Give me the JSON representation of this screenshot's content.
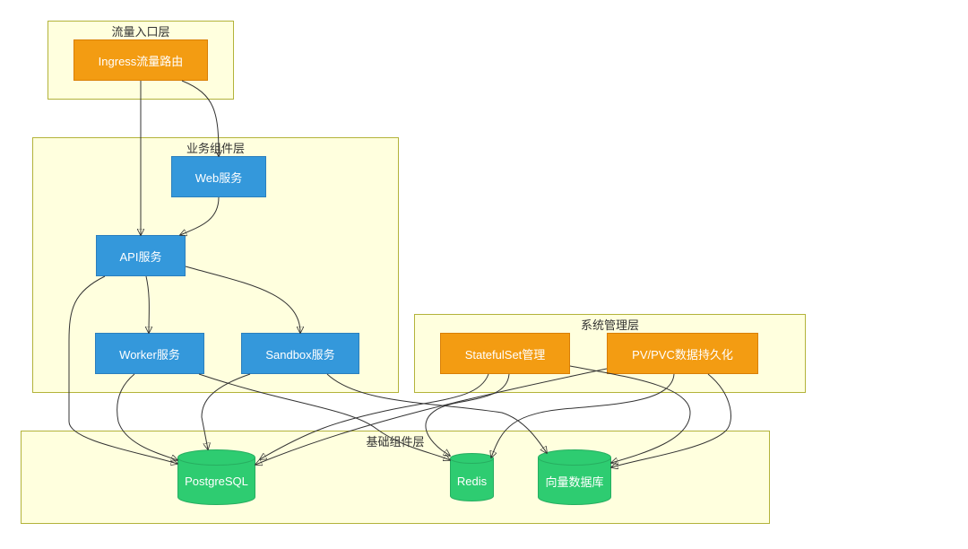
{
  "groups": {
    "ingress_layer": "流量入口层",
    "business_layer": "业务组件层",
    "system_layer": "系统管理层",
    "base_layer": "基础组件层"
  },
  "nodes": {
    "ingress": "Ingress流量路由",
    "web": "Web服务",
    "api": "API服务",
    "worker": "Worker服务",
    "sandbox": "Sandbox服务",
    "statefulset": "StatefulSet管理",
    "pv": "PV/PVC数据持久化",
    "postgres": "PostgreSQL",
    "redis": "Redis",
    "vector_db": "向量数据库"
  },
  "colors": {
    "group_fill": "#ffffde",
    "group_border": "#b3b33a",
    "orange": "#f39c12",
    "blue": "#3498db",
    "green": "#2ecc71"
  }
}
